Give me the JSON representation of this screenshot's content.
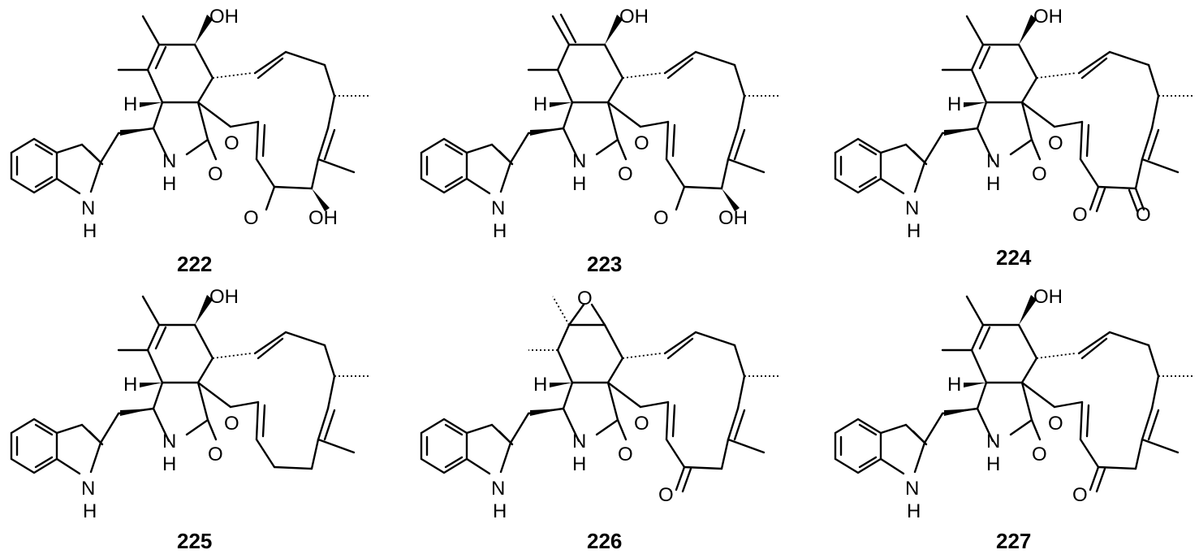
{
  "compounds": [
    {
      "id": "222",
      "atoms": {
        "oh_top": "OH",
        "h": "H",
        "nh_lactam_n": "N",
        "nh_lactam_h": "H",
        "nh_indole_n": "N",
        "nh_indole_h": "H",
        "o_lactam": "O",
        "o_enone": "O",
        "o_ring": "O",
        "oh_ring": "OH"
      }
    },
    {
      "id": "223",
      "atoms": {
        "oh_top": "OH",
        "h": "H",
        "nh_lactam_n": "N",
        "nh_lactam_h": "H",
        "nh_indole_n": "N",
        "nh_indole_h": "H",
        "o_lactam": "O",
        "o_enone": "O",
        "o_ring": "O",
        "oh_ring": "OH"
      }
    },
    {
      "id": "224",
      "atoms": {
        "oh_top": "OH",
        "h": "H",
        "nh_lactam_n": "N",
        "nh_lactam_h": "H",
        "nh_indole_n": "N",
        "nh_indole_h": "H",
        "o_lactam": "O",
        "o_enone": "O",
        "o_ring": "O",
        "o_ring2": "O"
      }
    },
    {
      "id": "225",
      "atoms": {
        "oh_top": "OH",
        "h": "H",
        "nh_lactam_n": "N",
        "nh_lactam_h": "H",
        "nh_indole_n": "N",
        "nh_indole_h": "H",
        "o_lactam": "O",
        "o_enone": "O"
      }
    },
    {
      "id": "226",
      "atoms": {
        "o_epoxide": "O",
        "h": "H",
        "nh_lactam_n": "N",
        "nh_lactam_h": "H",
        "nh_indole_n": "N",
        "nh_indole_h": "H",
        "o_lactam": "O",
        "o_enone": "O",
        "o_ring": "O"
      }
    },
    {
      "id": "227",
      "atoms": {
        "oh_top": "OH",
        "h": "H",
        "nh_lactam_n": "N",
        "nh_lactam_h": "H",
        "nh_indole_n": "N",
        "nh_indole_h": "H",
        "o_lactam": "O",
        "o_enone": "O",
        "o_ring": "O"
      }
    }
  ]
}
